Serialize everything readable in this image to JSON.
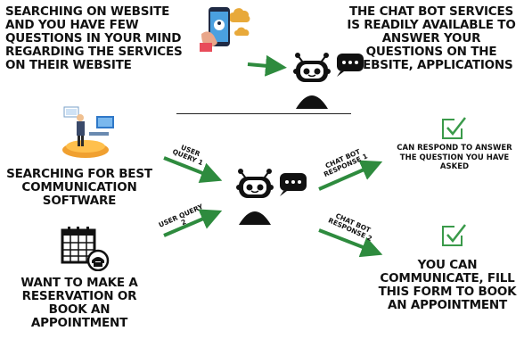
{
  "texts": {
    "top_left": "SEARCHING ON WEBSITE AND YOU HAVE FEW QUESTIONS IN YOUR MIND REGARDING THE SERVICES ON THEIR WEBSITE",
    "top_right": "THE CHAT BOT SERVICES IS READILY AVAILABLE TO ANSWER YOUR QUESTIONS ON THE WEBSITE, APPLICATIONS",
    "search_software": "SEARCHING FOR BEST COMMUNICATION SOFTWARE",
    "reservation": "WANT TO MAKE A RESERVATION OR BOOK AN APPOINTMENT",
    "respond": "CAN RESPOND TO ANSWER THE QUESTION YOU HAVE ASKED",
    "communicate": "YOU CAN COMMUNICATE, FILL THIS FORM TO BOOK AN APPOINTMENT"
  },
  "labels": {
    "query1_line1": "USER",
    "query1_line2": "QUERY 1",
    "query2_line1": "USER QUERY",
    "query2_line2": "2",
    "response1_line1": "CHAT BOT",
    "response1_line2": "RESPONSE 1",
    "response2_line1": "CHAT BOT",
    "response2_line2": "RESPONSE 2"
  },
  "colors": {
    "arrow": "#2e8b3e",
    "checkmark": "#3a9a4a",
    "robot": "#111111",
    "bubble_fill": "#111111",
    "phone_screen": "#4aa0e0",
    "cloud": "#e8a93a"
  },
  "icons": [
    "phone-chat-icon",
    "robot-icon",
    "person-desk-icon",
    "calendar-phone-icon",
    "checkmark-icon"
  ]
}
